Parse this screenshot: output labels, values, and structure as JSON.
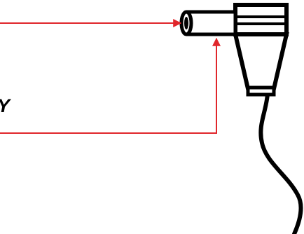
{
  "diagram": {
    "callouts": [
      {
        "id": "tip",
        "label_fragment": ""
      },
      {
        "id": "sleeve",
        "label_fragment": "Y"
      }
    ]
  },
  "colors": {
    "line": "#000000",
    "arrow": "#e0262b",
    "background": "#ffffff"
  }
}
